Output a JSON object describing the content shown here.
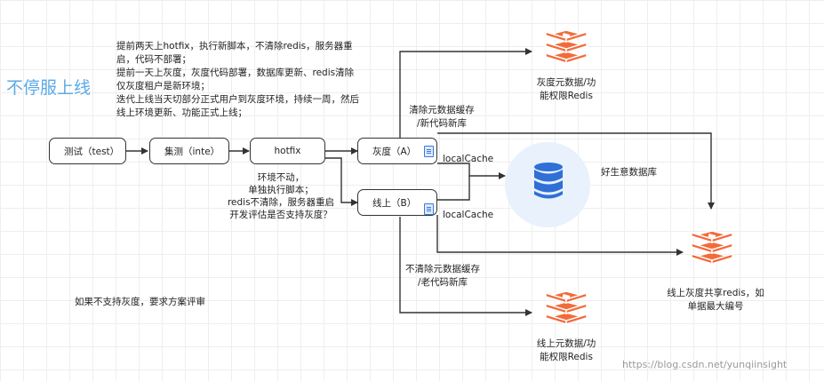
{
  "title": "不停服上线",
  "notes": {
    "plan_line1": "提前两天上hotfix，执行新脚本，不清除redis，服务器重",
    "plan_line2": "启，代码不部署；",
    "plan_line3": "提前一天上灰度，灰度代码部署，数据库更新、redis清除",
    "plan_line4": "仅灰度租户是新环境；",
    "plan_line5": "迭代上线当天切部分正式用户到灰度环境，持续一周，然后",
    "plan_line6": "线上环境更新、功能正式上线；",
    "hotfix_line1": "环境不动，",
    "hotfix_line2": "单独执行脚本；",
    "hotfix_line3": "redis不清除，服务器重启",
    "hotfix_line4": "开发评估是否支持灰度？",
    "no_gray": "如果不支持灰度，要求方案评审"
  },
  "stages": {
    "test": "测试（test）",
    "inte": "集测（inte）",
    "hotfix": "hotfix",
    "gray": "灰度（A）",
    "online": "线上（B）"
  },
  "edges": {
    "clear_cache_line1": "清除元数据缓存",
    "clear_cache_line2": "/新代码新库",
    "keep_cache_line1": "不清除元数据缓存",
    "keep_cache_line2": "/老代码新库",
    "local_cache_a": "localCache",
    "local_cache_b": "localCache"
  },
  "stores": {
    "gray_redis_line1": "灰度元数据/功",
    "gray_redis_line2": "能权限Redis",
    "database": "好生意数据库",
    "shared_redis_line1": "线上灰度共享redis，如",
    "shared_redis_line2": "单据最大编号",
    "online_redis_line1": "线上元数据/功",
    "online_redis_line2": "能权限Redis"
  },
  "icons": {
    "redis": "redis-stack-icon",
    "database": "database-cylinder-icon",
    "doc": "document-icon"
  },
  "colors": {
    "redis": "#f26b3a",
    "database": "#2f6fd6",
    "title": "#5ba9e6"
  },
  "watermark": "https://blog.csdn.net/yunqiinsight"
}
